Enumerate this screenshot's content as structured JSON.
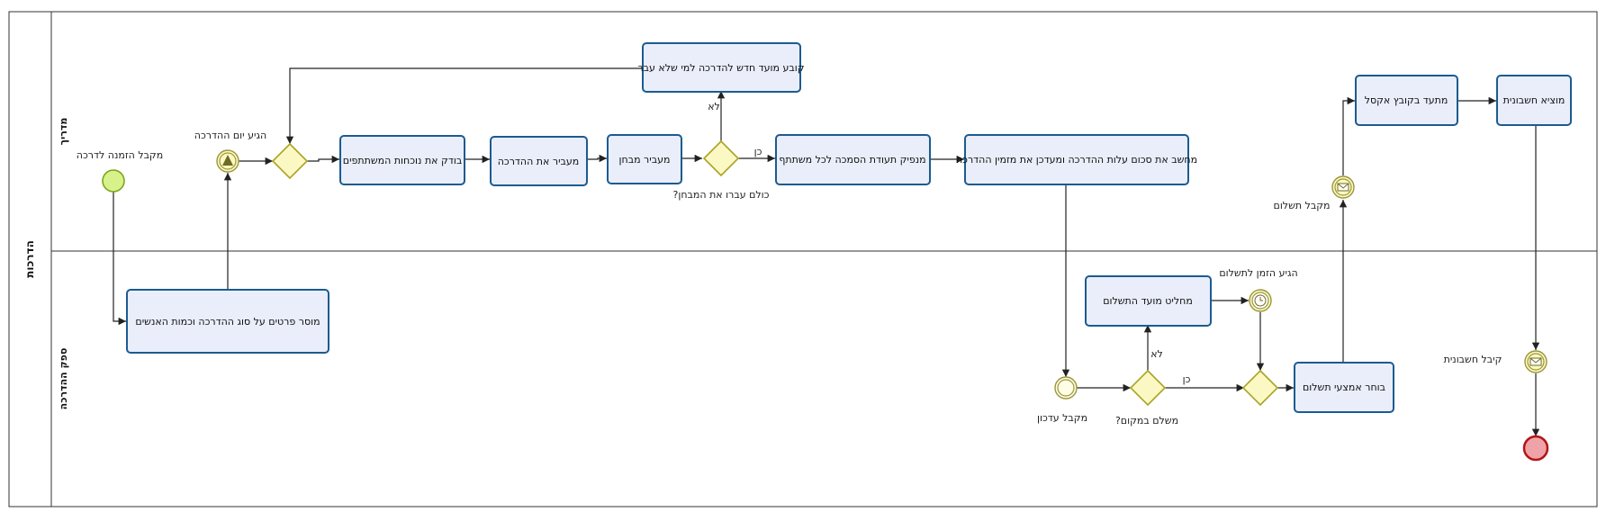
{
  "pool": {
    "label": "הדרכות"
  },
  "lanes": [
    {
      "label": "מדריך"
    },
    {
      "label": "ספק ההדרכה"
    }
  ],
  "tasks": {
    "t_check": "בודק את נוכחות המשתתפים",
    "t_teach": "מעביר את ההדרכה",
    "t_exam": "מעביר מבחן",
    "t_newdate": "קובע מועד חדש להדרכה למי שלא עבר",
    "t_cert": "מנפיק תעודת הסמכה לכל משתתף",
    "t_calc": "מחשב את סכום עלות ההדרכה ומעדכן את מזמין ההדרכה",
    "t_excel": "מתעד בקובץ אקסל",
    "t_invoice": "מוציא חשבונית",
    "t_details": "מוסר פרטים על סוג ההדרכה וכמות האנשים",
    "t_paydate": "מחליט מועד התשלום",
    "t_paymethod": "בוחר אמצעי תשלום"
  },
  "events": {
    "start_label": "מקבל הזמנה לדרכה",
    "signal_label": "הגיע יום ההדרכה",
    "msg_pay_label": "מקבל תשלום",
    "update_label": "מקבל עדכון",
    "timer_label": "הגיע הזמן לתשלום",
    "msg_invoice_label": "קיבל חשבונית"
  },
  "gateways": {
    "g_exam_label": "?כולם עברו את המבחן",
    "g_pay_label": "?משלם במקום"
  },
  "flow_labels": {
    "no": "לא",
    "yes": "כן"
  },
  "colors": {
    "task_fill": "#e9eefa",
    "task_stroke": "#1c5b8f",
    "gateway_fill": "#fbf8c4",
    "gateway_stroke": "#a9a424",
    "start_fill": "#d7f28a",
    "start_stroke": "#7ea51d",
    "end_fill": "#f0a3a6",
    "end_stroke": "#b3141b",
    "intermediate_stroke": "#9b9639"
  }
}
